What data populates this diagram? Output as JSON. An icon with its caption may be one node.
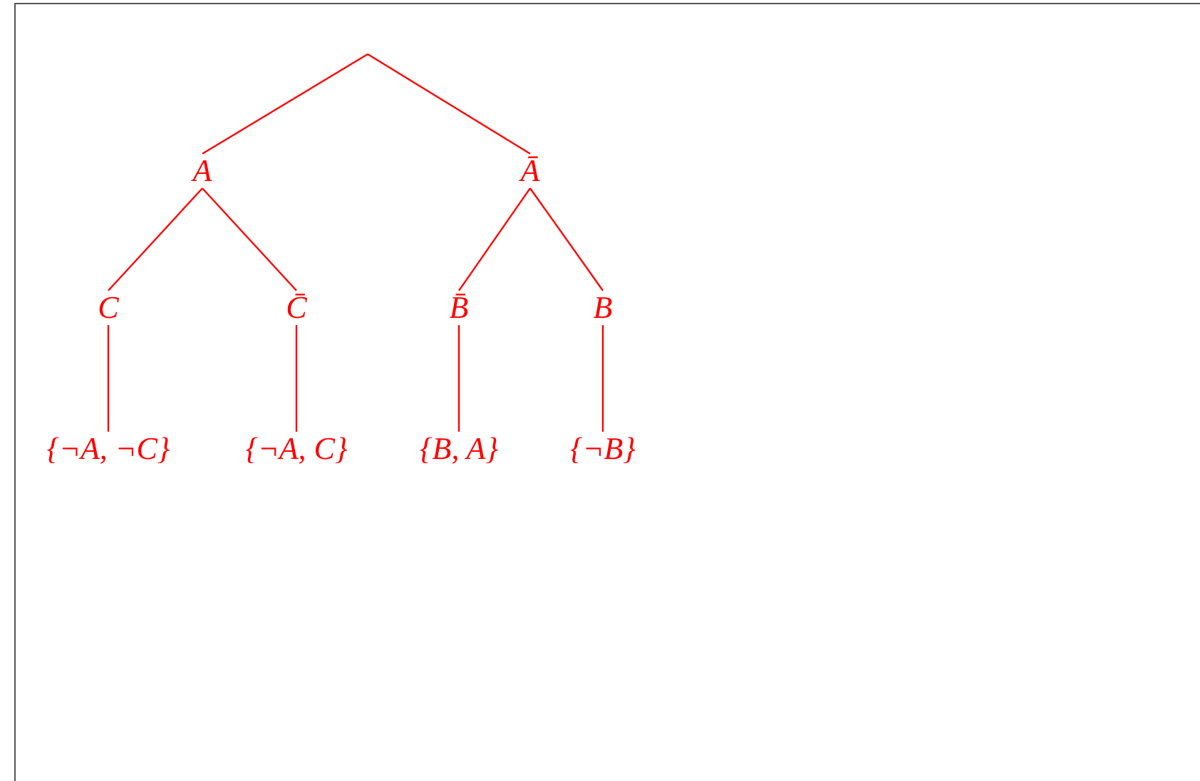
{
  "diagram": {
    "nodes": [
      {
        "text": [
          "A"
        ]
      },
      {
        "text": [
          "Ā"
        ]
      },
      {
        "text": [
          "C"
        ]
      },
      {
        "text": [
          "C̄"
        ]
      },
      {
        "text": [
          "B̄"
        ]
      },
      {
        "text": [
          "B"
        ]
      },
      {
        "text": [
          "{¬A, ¬C}"
        ]
      },
      {
        "text": [
          "{¬A, C}"
        ]
      },
      {
        "text": [
          "{B, A}"
        ]
      },
      {
        "text": [
          "{¬B}"
        ]
      }
    ],
    "edges": [
      {
        "from": null,
        "to": 0,
        "arrow": "none"
      },
      {
        "from": null,
        "to": 1,
        "arrow": "none"
      },
      {
        "from": 0,
        "to": 2,
        "arrow": "none"
      },
      {
        "from": 0,
        "to": 3,
        "arrow": "none"
      },
      {
        "from": 1,
        "to": 4,
        "arrow": "none"
      },
      {
        "from": 1,
        "to": 5,
        "arrow": "none"
      },
      {
        "from": 2,
        "to": 6,
        "arrow": "none"
      },
      {
        "from": 3,
        "to": 7,
        "arrow": "none"
      },
      {
        "from": 4,
        "to": 8,
        "arrow": "none"
      },
      {
        "from": 5,
        "to": 9,
        "arrow": "none"
      }
    ]
  }
}
